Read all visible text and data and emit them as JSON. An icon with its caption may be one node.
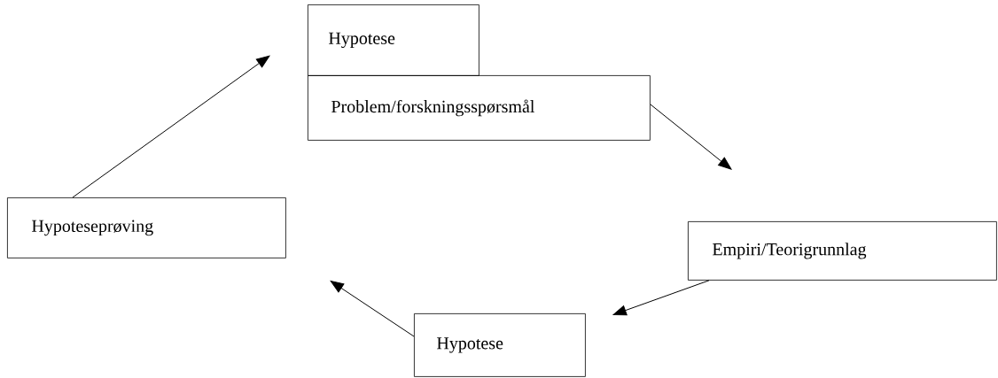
{
  "diagram": {
    "nodes": [
      {
        "text": [
          "Hypotese"
        ]
      },
      {
        "text": [
          "Problem/forskningsspørsmål"
        ]
      },
      {
        "text": [
          "Hypoteseprøving"
        ]
      },
      {
        "text": [
          "Empiri/Teorigrunnlag"
        ]
      },
      {
        "text": [
          "Hypotese"
        ]
      }
    ],
    "edges": [
      {
        "from": 2,
        "to": 0,
        "arrow": "to"
      },
      {
        "from": 1,
        "to": 3,
        "arrow": "to"
      },
      {
        "from": 3,
        "to": 4,
        "arrow": "to"
      },
      {
        "from": 4,
        "to": 2,
        "arrow": "to"
      }
    ]
  }
}
